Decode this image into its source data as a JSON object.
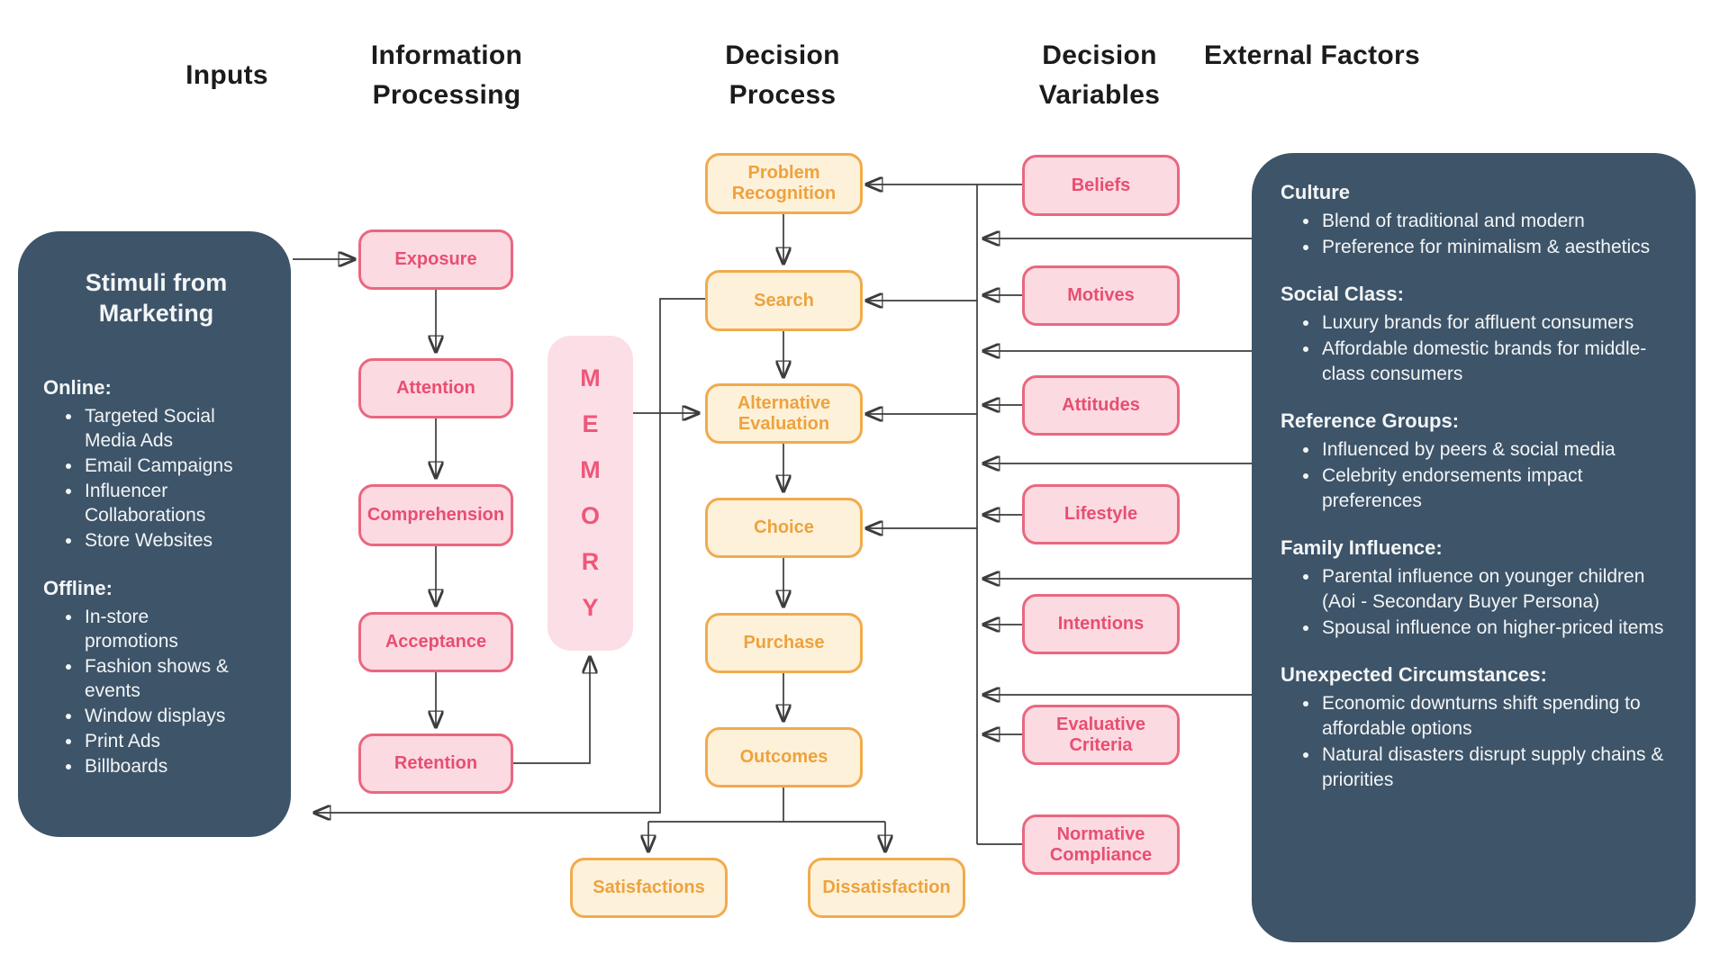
{
  "headers": {
    "inputs": "Inputs",
    "information_processing": "Information Processing",
    "decision_process": "Decision Process",
    "decision_variables": "Decision Variables",
    "external_factors": "External Factors"
  },
  "inputs_box": {
    "title": "Stimuli from Marketing",
    "online": {
      "heading": "Online:",
      "bullets": [
        "Targeted Social Media Ads",
        "Email Campaigns",
        "Influencer Collaborations",
        "Store Websites"
      ]
    },
    "offline": {
      "heading": "Offline:",
      "bullets": [
        "In-store promotions",
        "Fashion shows & events",
        "Window displays",
        "Print Ads",
        "Billboards"
      ]
    }
  },
  "information_processing": {
    "nodes": [
      "Exposure",
      "Attention",
      "Comprehension",
      "Acceptance",
      "Retention"
    ]
  },
  "memory": {
    "label": "MEMORY",
    "letters": [
      "M",
      "E",
      "M",
      "O",
      "R",
      "Y"
    ]
  },
  "decision_process": {
    "nodes": [
      "Problem Recognition",
      "Search",
      "Alternative Evaluation",
      "Choice",
      "Purchase",
      "Outcomes"
    ],
    "outcomes_children": [
      "Satisfactions",
      "Dissatisfaction"
    ]
  },
  "decision_variables": {
    "nodes": [
      "Beliefs",
      "Motives",
      "Attitudes",
      "Lifestyle",
      "Intentions",
      "Evaluative Criteria",
      "Normative Compliance"
    ]
  },
  "external_factors": {
    "sections": [
      {
        "heading": "Culture",
        "bullets": [
          "Blend of traditional and modern",
          "Preference for minimalism & aesthetics"
        ]
      },
      {
        "heading": "Social Class:",
        "bullets": [
          "Luxury brands for affluent consumers",
          "Affordable domestic brands for middle-class consumers"
        ]
      },
      {
        "heading": "Reference Groups:",
        "bullets": [
          "Influenced by peers & social media",
          "Celebrity endorsements impact preferences"
        ]
      },
      {
        "heading": "Family Influence:",
        "bullets": [
          "Parental influence on younger children (Aoi - Secondary Buyer Persona)",
          "Spousal influence on higher-priced items"
        ]
      },
      {
        "heading": "Unexpected Circumstances:",
        "bullets": [
          "Economic downturns shift spending to affordable options",
          "Natural disasters disrupt supply chains & priorities"
        ]
      }
    ]
  },
  "colors": {
    "slate_box": "#3d5469",
    "pink_fill": "#fcdae2",
    "pink_border": "#e9677f",
    "pink_text": "#e84e71",
    "orange_fill": "#fdf1da",
    "orange_border": "#f1ab4c",
    "orange_text": "#eea23d",
    "wire": "#3c3c3c"
  }
}
